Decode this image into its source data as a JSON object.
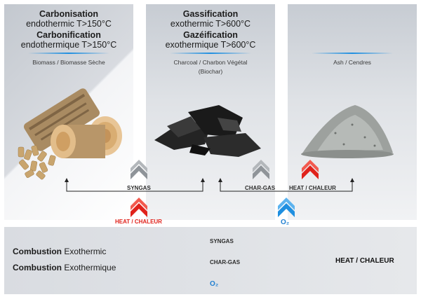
{
  "columns": [
    {
      "title1": "Carbonisation",
      "sub1": "endothermic T>150°C",
      "title2": "Carbonification",
      "sub2": "endothermique T>150°C",
      "caption": "Biomass / Biomasse Sèche"
    },
    {
      "title1": "Gassification",
      "sub1": "exothermic T>600°C",
      "title2": "Gazéification",
      "sub2": "exothermique T>600°C",
      "caption": "Charcoal / Charbon Végétal",
      "caption2": "(Biochar)"
    },
    {
      "caption": "Ash / Cendres"
    }
  ],
  "flow": {
    "syngas": "SYNGAS",
    "heat": "HEAT / CHALEUR",
    "chargas": "CHAR-GAS",
    "o2": "O₂"
  },
  "combustion": {
    "line1_bold": "Combustion",
    "line1_rest": " Exothermic",
    "line2_bold": "Combustion",
    "line2_rest": " Exothermique",
    "syngas": "SYNGAS",
    "chargas": "CHAR-GAS",
    "o2": "O₂",
    "heat": "HEAT / CHALEUR"
  },
  "colors": {
    "red": "#e0221b",
    "blue": "#1f8fe0",
    "grey": "#8f9499",
    "dark": "#222222"
  }
}
